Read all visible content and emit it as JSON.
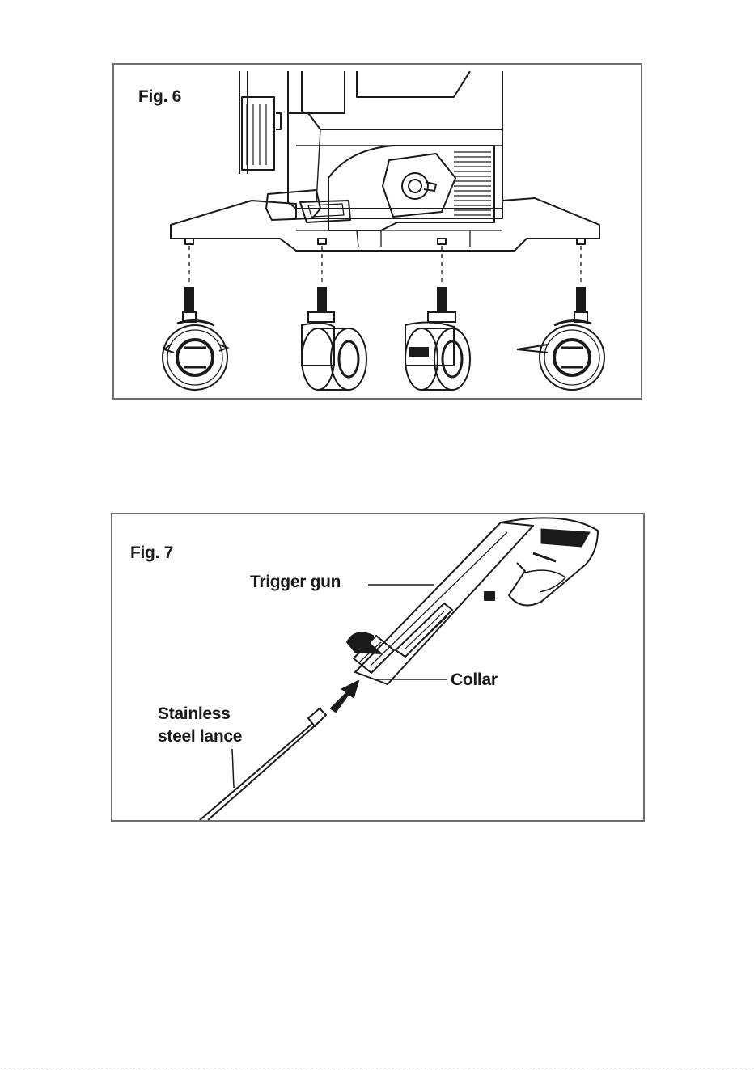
{
  "figures": {
    "fig6": {
      "title": "Fig. 6"
    },
    "fig7": {
      "title": "Fig. 7",
      "labels": {
        "trigger_gun": "Trigger gun",
        "collar": "Collar",
        "lance_line1": "Stainless",
        "lance_line2": "steel lance"
      }
    }
  },
  "colors": {
    "line": "#1a1a1a",
    "frame": "#6f6f6f"
  }
}
